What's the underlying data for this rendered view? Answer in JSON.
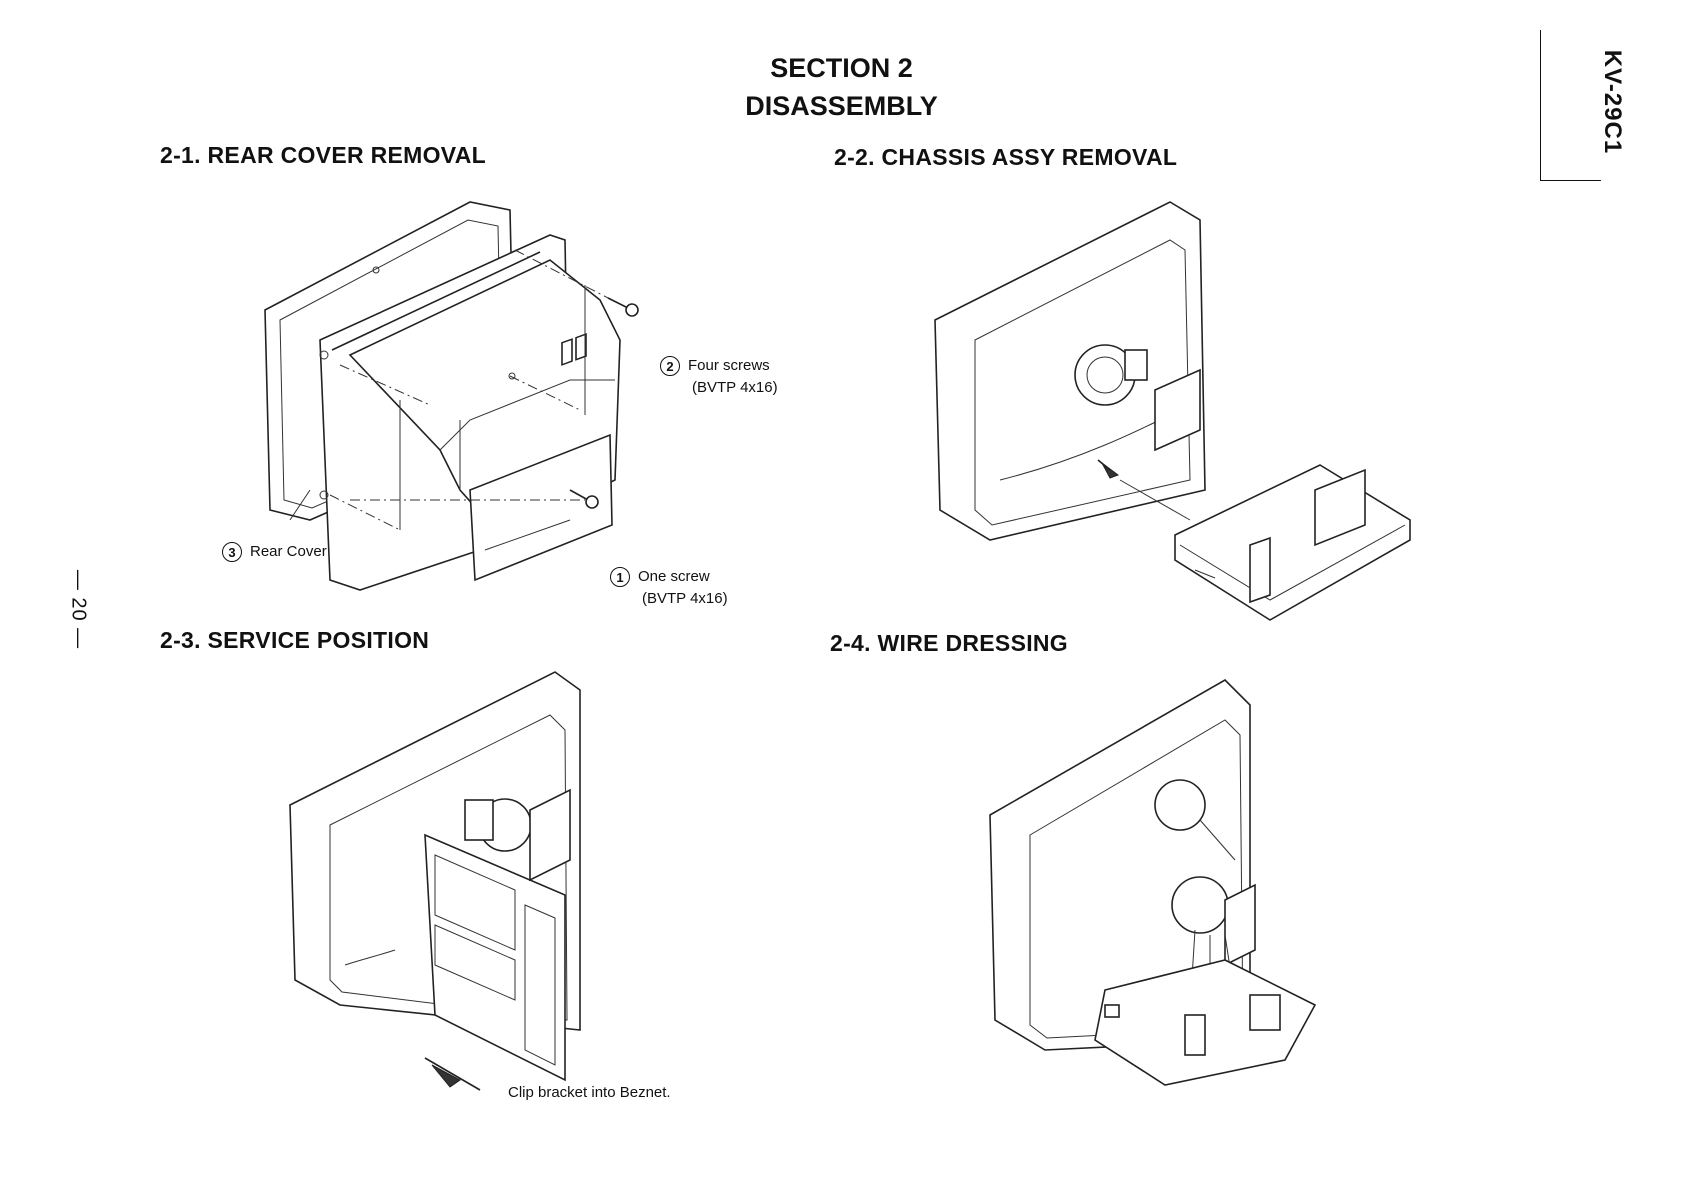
{
  "header": {
    "section": "SECTION 2",
    "title": "DISASSEMBLY",
    "model": "KV-29C1",
    "page_number": "— 20 —"
  },
  "sections": [
    {
      "heading": "2-1. REAR COVER REMOVAL"
    },
    {
      "heading": "2-2. CHASSIS ASSY REMOVAL"
    },
    {
      "heading": "2-3. SERVICE POSITION"
    },
    {
      "heading": "2-4. WIRE DRESSING"
    }
  ],
  "callouts": {
    "screws_four": {
      "num": "2",
      "line1": "Four screws",
      "line2": "(BVTP 4x16)"
    },
    "screw_one": {
      "num": "1",
      "line1": "One screw",
      "line2": "(BVTP 4x16)"
    },
    "rear_cover": {
      "num": "3",
      "label": "Rear Cover"
    },
    "clip_note": "Clip bracket into Beznet."
  }
}
